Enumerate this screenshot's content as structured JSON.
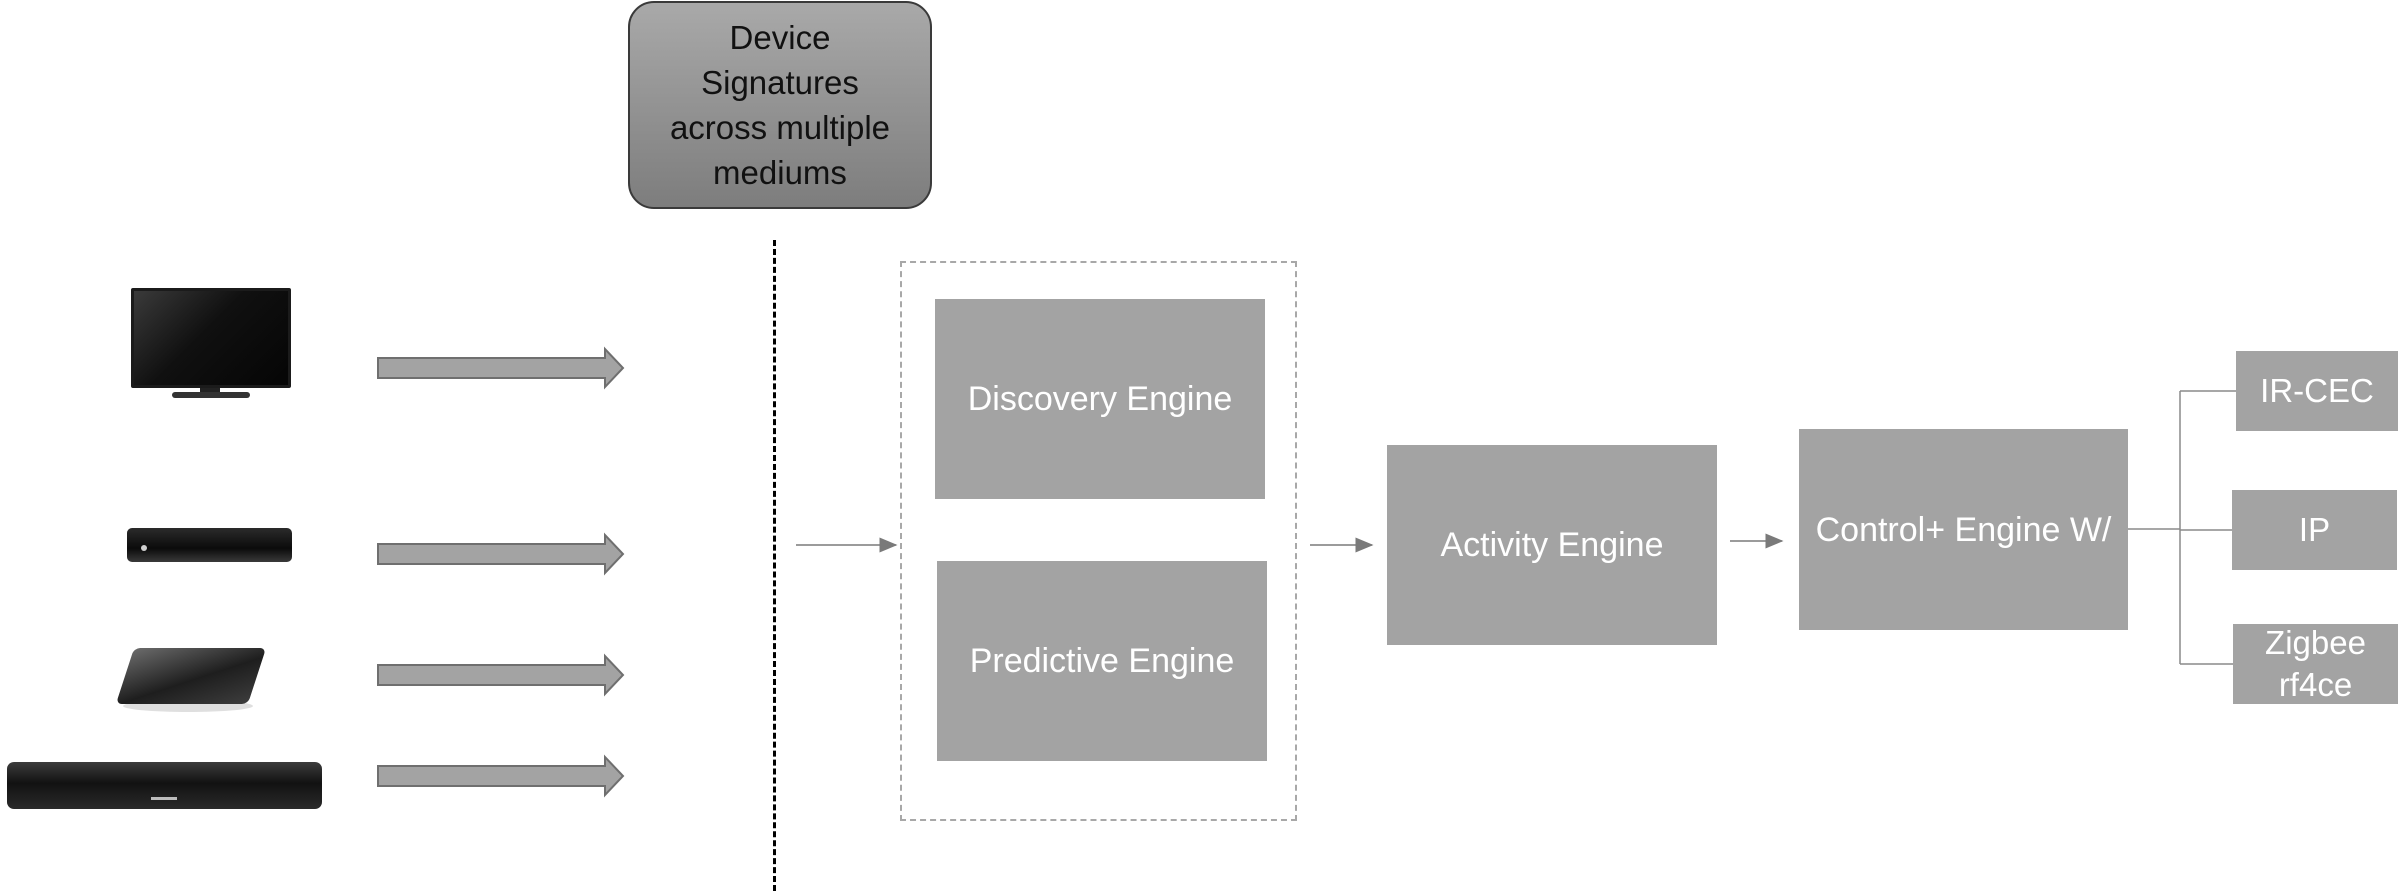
{
  "signature_box": {
    "lines": [
      "Device",
      "Signatures",
      "across multiple",
      "mediums"
    ]
  },
  "engines": {
    "discovery": "Discovery Engine",
    "predictive": "Predictive Engine",
    "activity": "Activity Engine",
    "control": "Control+ Engine W/"
  },
  "protocols": {
    "ir_cec": "IR-CEC",
    "ip": "IP",
    "zigbee_line1": "Zigbee",
    "zigbee_line2": "rf4ce"
  },
  "devices": [
    {
      "icon": "television-icon"
    },
    {
      "icon": "set-top-box-icon"
    },
    {
      "icon": "game-console-icon"
    },
    {
      "icon": "soundbar-icon"
    }
  ],
  "colors": {
    "engine_fill": "#a3a3a3",
    "engine_text": "#ffffff",
    "arrow_fill": "#a3a3a3",
    "connector": "#8a8a8a"
  }
}
